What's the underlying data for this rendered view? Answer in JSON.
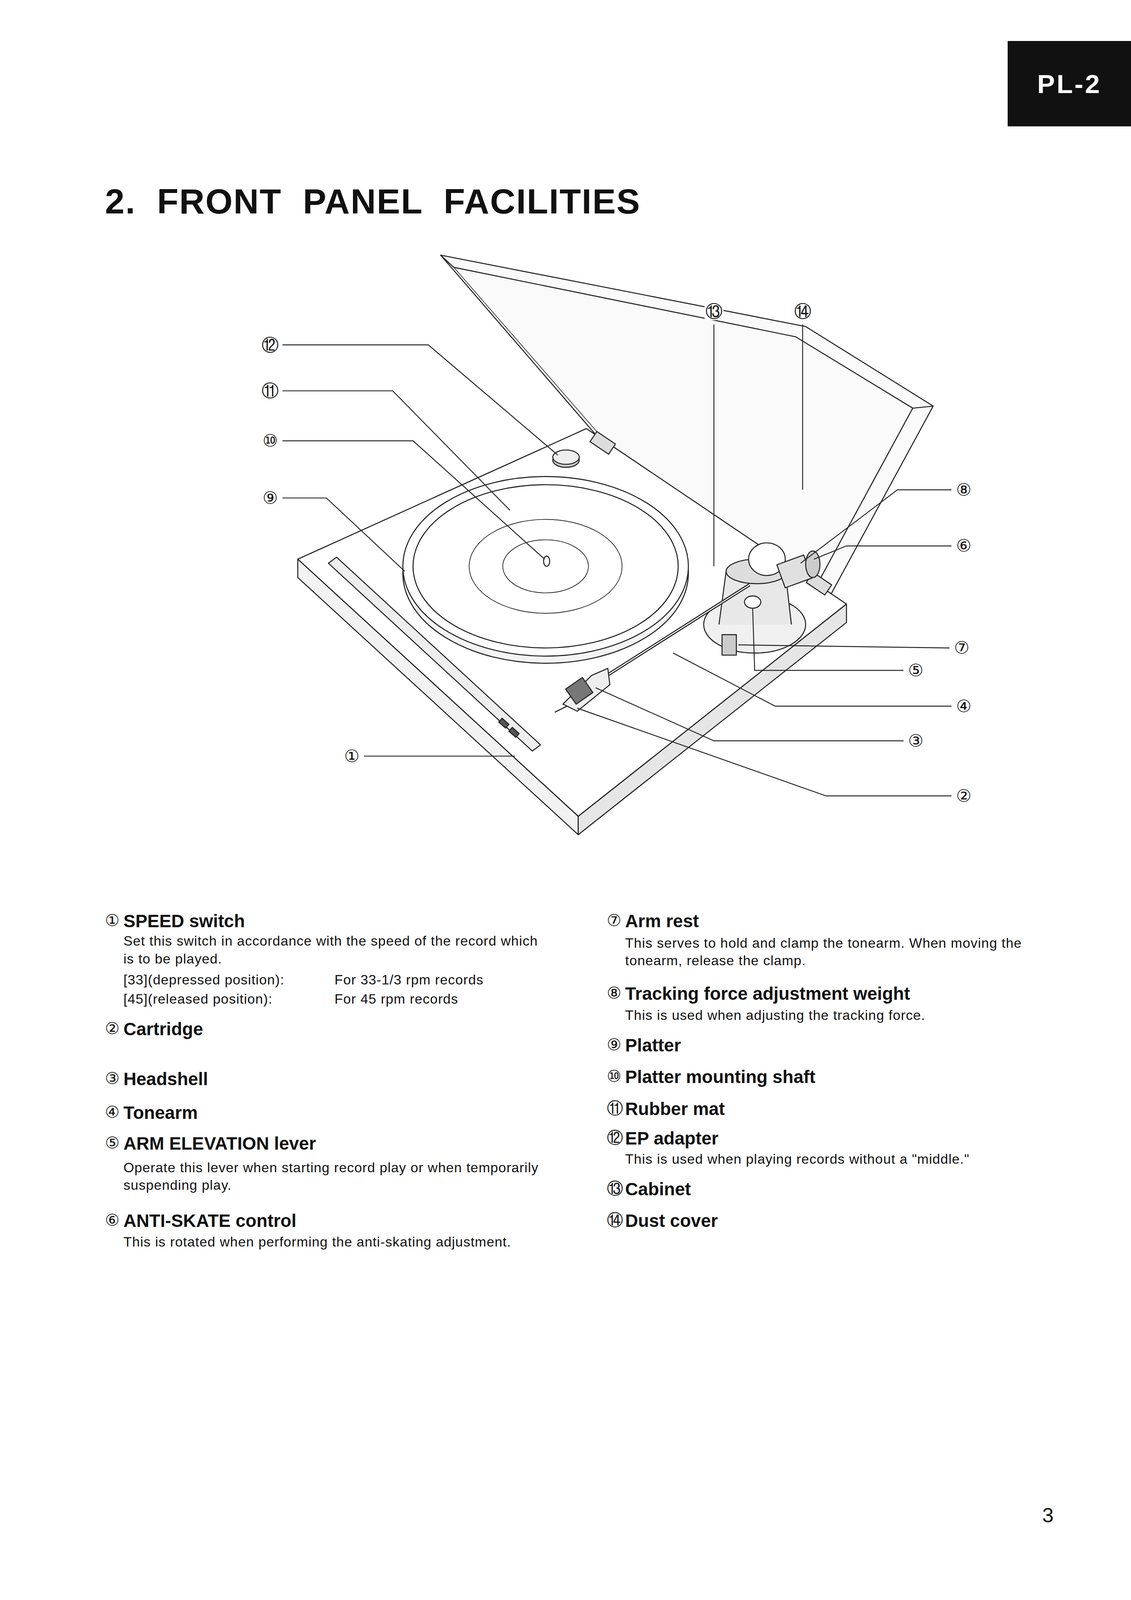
{
  "diagram": {
    "title": "2. FRONT PANEL FACILITIES",
    "nodes": [
      {
        "text": [
          "PL-2"
        ]
      }
    ],
    "edges": [],
    "labels": [
      "①",
      "②",
      "③",
      "④",
      "⑤",
      "⑥",
      "⑦",
      "⑧",
      "⑨",
      "⑩",
      "⑪",
      "⑫",
      "⑬",
      "⑭",
      "①",
      "SPEED switch",
      "Set this switch in accordance with the speed of the record which is to be played.",
      "[33](depressed position):",
      "For 33-1/3 rpm records",
      "[45](released position):",
      "For 45 rpm records",
      "②",
      "Cartridge",
      "③",
      "Headshell",
      "④",
      "Tonearm",
      "⑤",
      "ARM ELEVATION lever",
      "Operate this lever when starting record play or when temporarily suspending play.",
      "⑥",
      "ANTI-SKATE control",
      "This is rotated when performing the anti-skating adjustment.",
      "⑦",
      "Arm rest",
      "This serves to hold and clamp the tonearm. When moving the tonearm, release the clamp.",
      "⑧",
      "Tracking force adjustment weight",
      "This is used when adjusting the tracking force.",
      "⑨",
      "Platter",
      "⑩",
      "Platter mounting shaft",
      "⑪",
      "Rubber mat",
      "⑫",
      "EP adapter",
      "This is used when playing records without a \"middle.\"",
      "⑬",
      "Cabinet",
      "⑭",
      "Dust cover",
      "3"
    ]
  }
}
